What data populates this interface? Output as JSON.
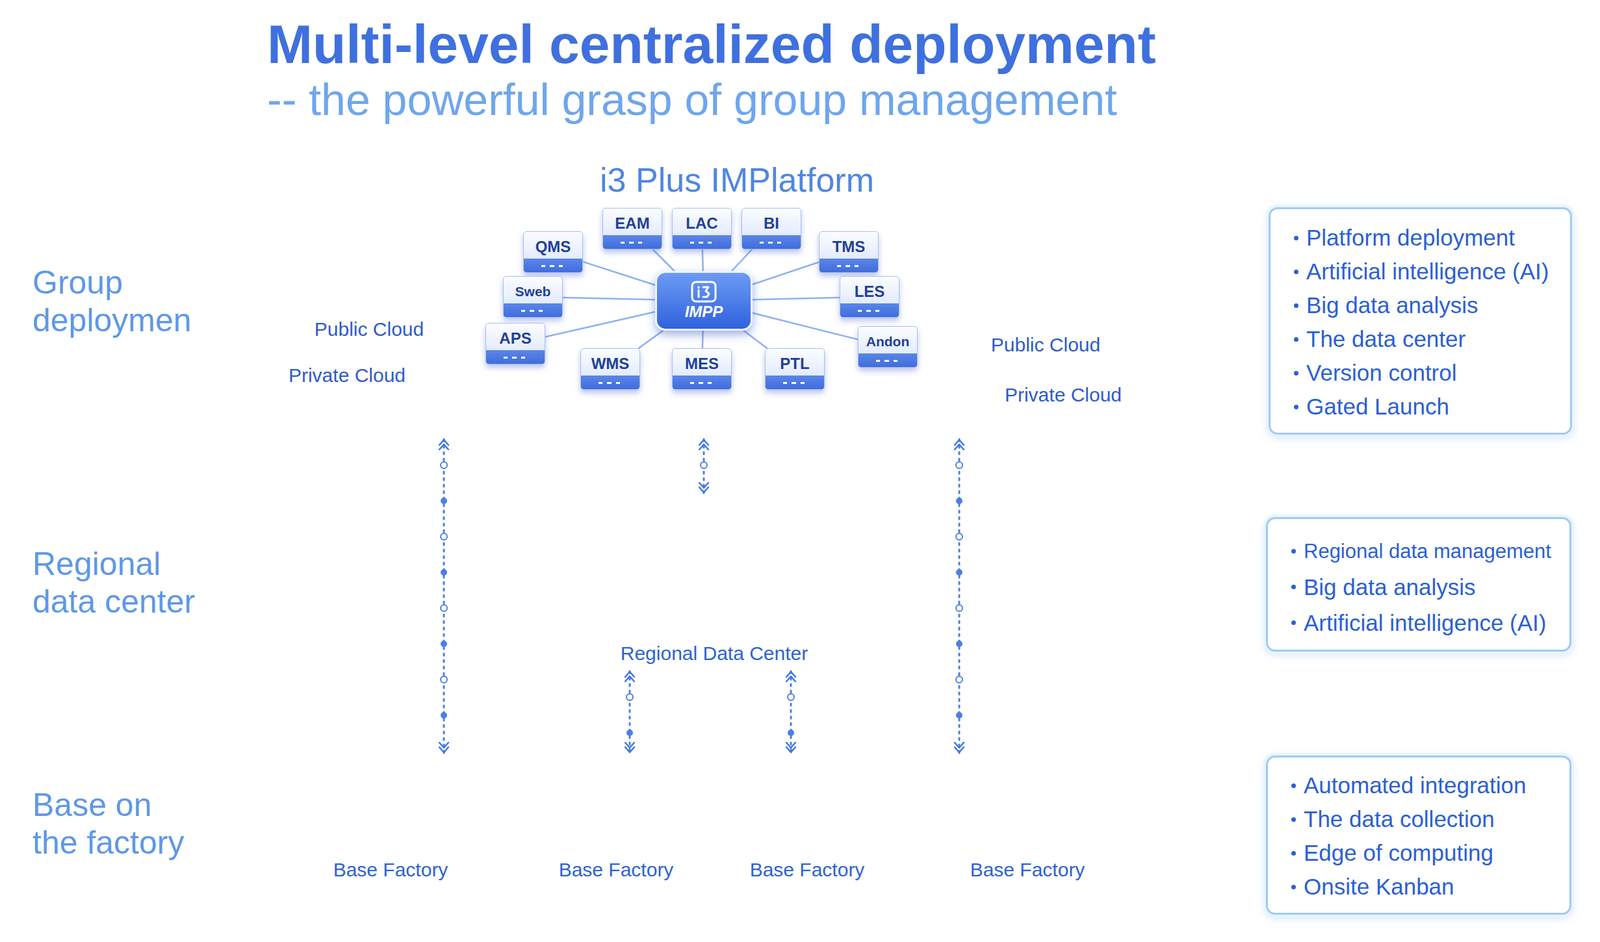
{
  "diagram": {
    "title": "Multi-level centralized deployment",
    "nodes": [
      {
        "text": [
          "Public Cloud",
          "Private Cloud"
        ]
      },
      {
        "text": [
          "Public Cloud",
          "Private Cloud"
        ]
      },
      {
        "text": [
          "i3 Plus IMPlatform"
        ]
      },
      {
        "text": [
          "EAM"
        ],
        "in": 2
      },
      {
        "text": [
          "LAC"
        ],
        "in": 2
      },
      {
        "text": [
          "BI"
        ],
        "in": 2
      },
      {
        "text": [
          "QMS"
        ],
        "in": 2
      },
      {
        "text": [
          "TMS"
        ],
        "in": 2
      },
      {
        "text": [
          "Sweb"
        ],
        "in": 2
      },
      {
        "text": [
          "IMPP"
        ],
        "in": 2
      },
      {
        "text": [
          "LES"
        ],
        "in": 2
      },
      {
        "text": [
          "APS"
        ],
        "in": 2
      },
      {
        "text": [
          "Andon"
        ],
        "in": 2
      },
      {
        "text": [
          "WMS"
        ],
        "in": 2
      },
      {
        "text": [
          "MES"
        ],
        "in": 2
      },
      {
        "text": [
          "PTL"
        ],
        "in": 2
      },
      {
        "text": [
          "Platform deployment",
          "Artificial intelligence (AI)",
          "Big data analysis",
          "The data center",
          "Version control",
          "Gated Launch"
        ]
      },
      {
        "text": [
          "Regional Data Center"
        ]
      },
      {
        "text": [
          "Regional data management",
          "Big data analysis",
          "Artificial intelligence (AI)"
        ]
      },
      {
        "text": [
          "Base Factory"
        ]
      },
      {
        "text": [
          "Base Factory"
        ]
      },
      {
        "text": [
          "Base Factory"
        ]
      },
      {
        "text": [
          "Base Factory"
        ]
      },
      {
        "text": [
          "Automated integration",
          "The data collection",
          "Edge of computing",
          "Onsite Kanban"
        ]
      }
    ],
    "edges": [
      {
        "from": 2,
        "to": 19,
        "arrow": "both"
      },
      {
        "from": 2,
        "to": 17,
        "arrow": "both"
      },
      {
        "from": 2,
        "to": 22,
        "arrow": "both"
      },
      {
        "from": 17,
        "to": 20,
        "arrow": "both"
      },
      {
        "from": 17,
        "to": 21,
        "arrow": "both"
      },
      {
        "from": 9,
        "to": 3,
        "arrow": "none"
      },
      {
        "from": 9,
        "to": 4,
        "arrow": "none"
      },
      {
        "from": 9,
        "to": 5,
        "arrow": "none"
      },
      {
        "from": 9,
        "to": 6,
        "arrow": "none"
      },
      {
        "from": 9,
        "to": 7,
        "arrow": "none"
      },
      {
        "from": 9,
        "to": 8,
        "arrow": "none"
      },
      {
        "from": 9,
        "to": 10,
        "arrow": "none"
      },
      {
        "from": 9,
        "to": 11,
        "arrow": "none"
      },
      {
        "from": 9,
        "to": 12,
        "arrow": "none"
      },
      {
        "from": 9,
        "to": 13,
        "arrow": "none"
      },
      {
        "from": 9,
        "to": 14,
        "arrow": "none"
      },
      {
        "from": 9,
        "to": 15,
        "arrow": "none"
      }
    ],
    "labels": [
      "-- the powerful grasp of group management",
      "Group deploymen",
      "Regional data center",
      "Base on the factory"
    ]
  }
}
